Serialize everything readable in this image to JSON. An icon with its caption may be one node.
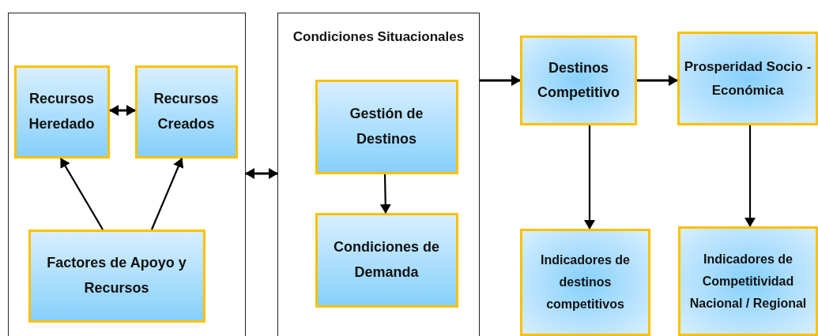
{
  "diagram": {
    "nodes": [
      {
        "text": [],
        "shape": "box"
      },
      {
        "text": [
          "Recursos Heredado"
        ],
        "in": 0
      },
      {
        "text": [
          "Recursos Creados"
        ],
        "in": 0
      },
      {
        "text": [
          "Factores de Apoyo y Recursos"
        ],
        "in": 0
      },
      {
        "text": [
          "Condiciones Situacionales"
        ]
      },
      {
        "text": [
          "Gestión de Destinos"
        ],
        "in": 4
      },
      {
        "text": [
          "Condiciones de Demanda"
        ],
        "in": 4
      },
      {
        "text": [
          "Destinos Competitivo"
        ]
      },
      {
        "text": [
          "Prosperidad Socio - Económica"
        ]
      },
      {
        "text": [
          "Indicadores de destinos competitivos"
        ]
      },
      {
        "text": [
          "Indicadores de Competitividad Nacional / Regional"
        ]
      }
    ],
    "edges": [
      {
        "from": 1,
        "to": 2,
        "arrow": "both"
      },
      {
        "from": 3,
        "to": 1,
        "arrow": "to"
      },
      {
        "from": 3,
        "to": 2,
        "arrow": "to"
      },
      {
        "from": 0,
        "to": 4,
        "arrow": "both"
      },
      {
        "from": 5,
        "to": 6,
        "arrow": "to"
      },
      {
        "from": 4,
        "to": 7,
        "arrow": "to"
      },
      {
        "from": 7,
        "to": 8,
        "arrow": "to"
      },
      {
        "from": 7,
        "to": 9,
        "arrow": "to"
      },
      {
        "from": 8,
        "to": 10,
        "arrow": "to"
      }
    ]
  }
}
